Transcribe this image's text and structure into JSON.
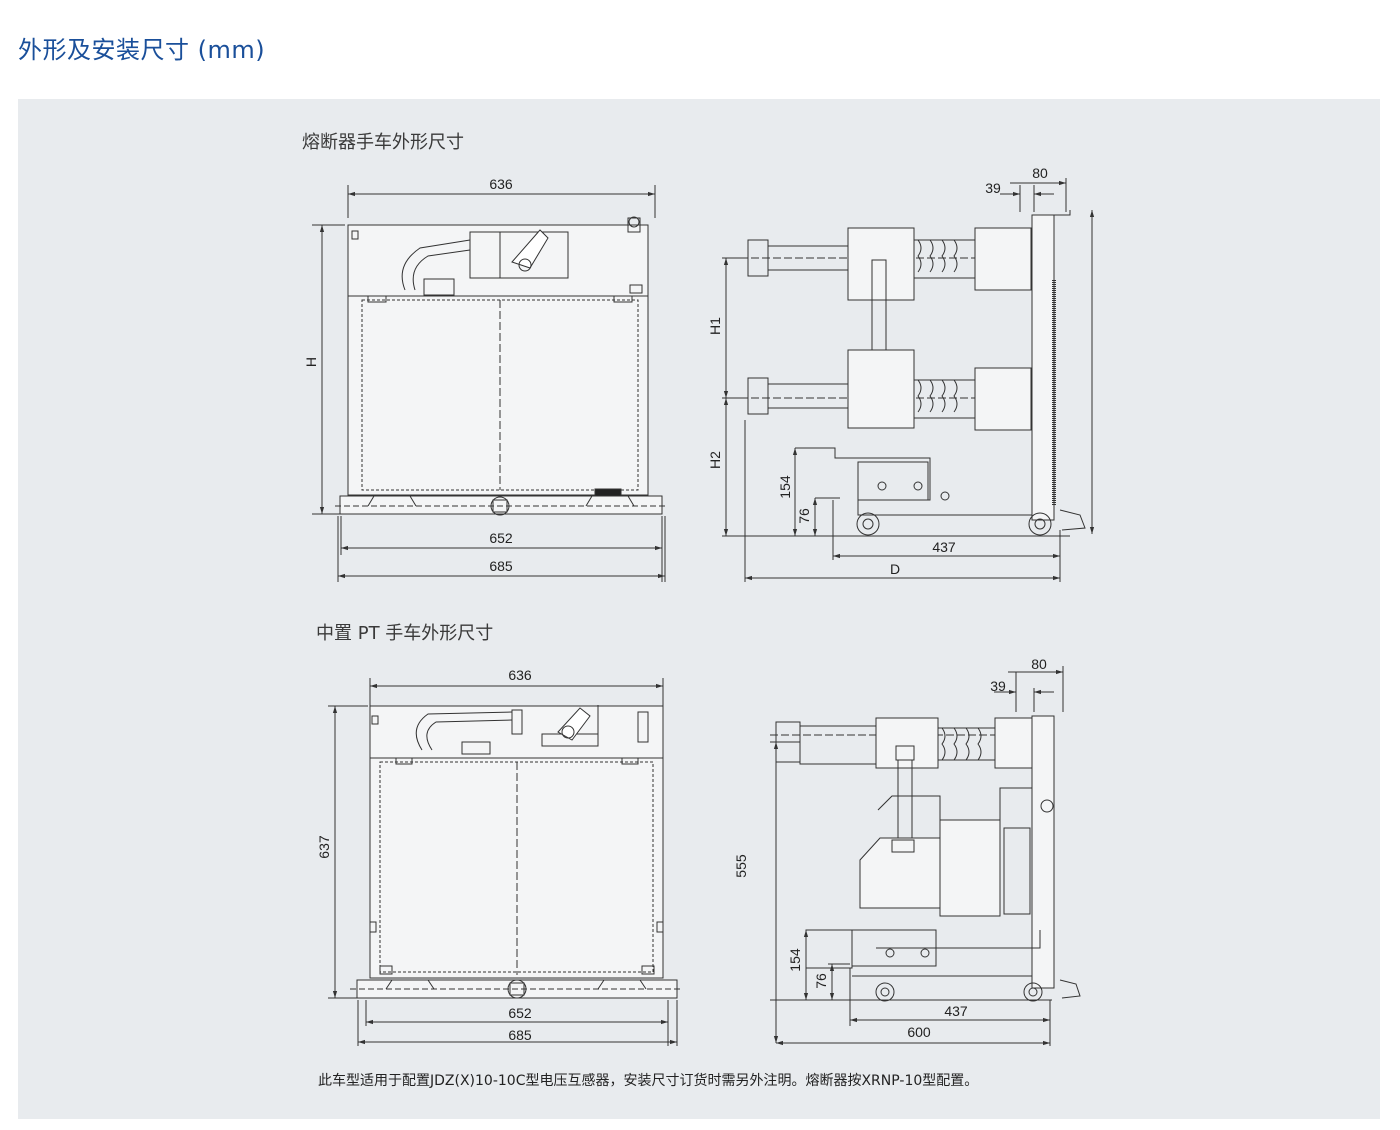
{
  "page_title": "外形及安装尺寸 (mm)",
  "section1": {
    "title": "熔断器手车外形尺寸",
    "front": {
      "top_width": "636",
      "height": "H",
      "inner_width": "652",
      "outer_width": "685"
    },
    "side": {
      "d39": "39",
      "d80": "80",
      "h1": "H1",
      "h2": "H2",
      "d154": "154",
      "d76": "76",
      "d437": "437",
      "depth": "D"
    }
  },
  "section2": {
    "title": "中置 PT 手车外形尺寸",
    "front": {
      "top_width": "636",
      "height": "637",
      "inner_width": "652",
      "outer_width": "685"
    },
    "side": {
      "d39": "39",
      "d80": "80",
      "d555": "555",
      "d154": "154",
      "d76": "76",
      "d437": "437",
      "d600": "600"
    }
  },
  "footnote": "此车型适用于配置JDZ(X)10-10C型电压互感器，安装尺寸订货时需另外注明。熔断器按XRNP-10型配置。",
  "colors": {
    "title": "#1a4f9a",
    "panel": "#e8ebee",
    "line": "#333333"
  }
}
